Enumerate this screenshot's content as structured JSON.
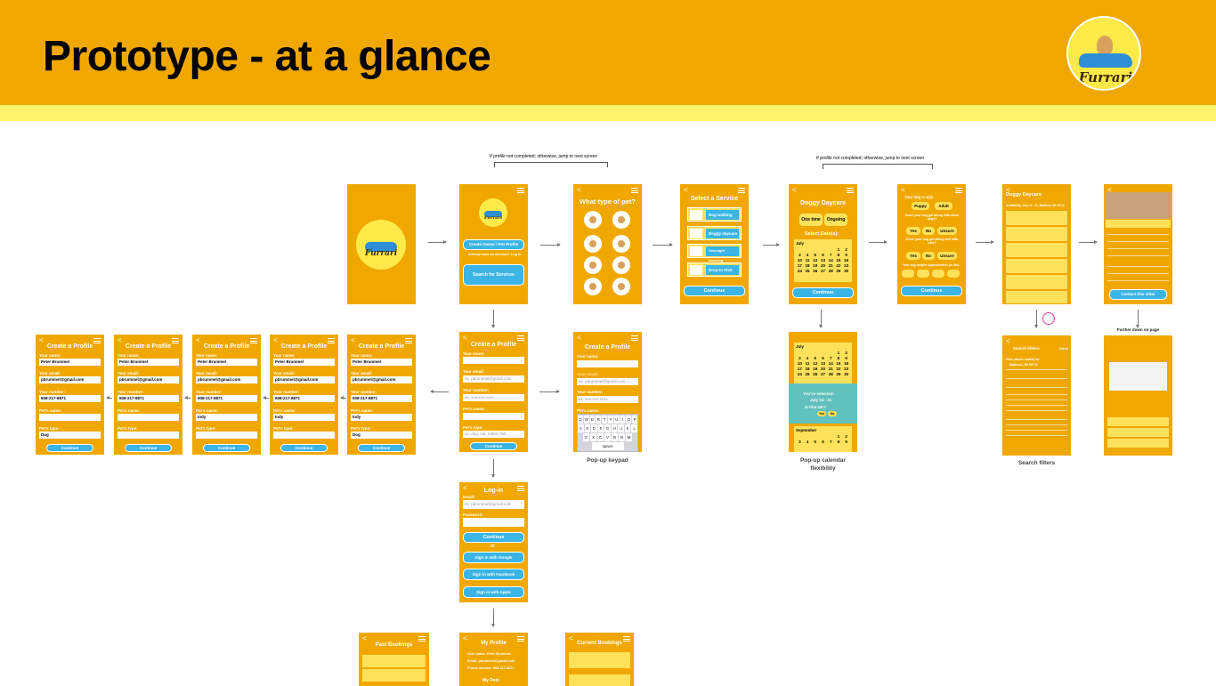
{
  "header": {
    "title": "Prototype - at a glance",
    "logo_text": "Furrari"
  },
  "notes": {
    "profile_note": "If profile not completed; otherwise, jump to next screen"
  },
  "captions": {
    "keypad": "Pop-up keypad",
    "calendar_line1": "Pop-up calendar",
    "calendar_line2": "flexibility",
    "filters": "Search filters",
    "further_down": "Further down on page"
  },
  "welcome": {
    "create_button": "Create Owner / Pet Profile",
    "have_account": "Already have an account? Log in",
    "search_button": "Search for Services"
  },
  "pet_type": {
    "title": "What type of pet?"
  },
  "service": {
    "title": "Select a Service",
    "items": [
      "Dog walking",
      "Doggy daycare",
      "Overnight boarding",
      "Drop-in Visit"
    ],
    "continue": "Continue"
  },
  "daycare": {
    "title": "Doggy Daycare",
    "one_time": "One time",
    "ongoing": "Ongoing",
    "select_dates": "Select Date(s):",
    "month": "July",
    "continue": "Continue",
    "days": [
      "",
      "",
      "",
      "",
      "",
      "1",
      "2",
      "3",
      "4",
      "5",
      "6",
      "7",
      "8",
      "9",
      "10",
      "11",
      "12",
      "13",
      "14",
      "15",
      "16",
      "17",
      "18",
      "19",
      "20",
      "21",
      "22",
      "23",
      "24",
      "25",
      "26",
      "27",
      "28",
      "29",
      "30",
      "31"
    ]
  },
  "dog_questions": {
    "q1": "Your dog is a(n):",
    "puppy": "Puppy",
    "adult": "Adult",
    "q2": "Does your dog get along with other dogs?",
    "yes": "Yes",
    "no": "No",
    "unsure": "Unsure",
    "q3": "Does your dog get along well with cats?",
    "q4": "Your dog weighs approximately (in lbs):",
    "continue": "Continue"
  },
  "results": {
    "title": "Doggy Daycare",
    "subtitle": "Availability: July 24 - 31, Madison, WI 53711"
  },
  "sitter": {
    "contact": "Contact this sitter"
  },
  "create_profile": {
    "title": "Create a Profile",
    "name_label": "Your name:",
    "email_label": "Your email:",
    "number_label": "Your number:",
    "pet_name_label": "Pet's name:",
    "pet_type_label": "Pet's type:",
    "name": "Peter Brummel",
    "email": "pbrummel@gmail.com",
    "number": "608-217-8871",
    "pet_name": "Indy",
    "pet_type": "Dog",
    "email_ph": "ex. pbrummel@gmail.com",
    "number_ph": "ex. xxx-xxx-xxxx",
    "pet_type_ph": "ex. dog, cat, rabbit, fish",
    "continue": "Continue"
  },
  "keypad_screen": {
    "title": "Create a Profile",
    "rows": [
      [
        "Q",
        "W",
        "E",
        "R",
        "T",
        "Y",
        "U",
        "I",
        "O",
        "P"
      ],
      [
        "A",
        "S",
        "D",
        "F",
        "G",
        "H",
        "J",
        "K",
        "L"
      ],
      [
        "Z",
        "X",
        "C",
        "V",
        "B",
        "N",
        "M"
      ]
    ],
    "space": "space"
  },
  "calendar_popup": {
    "month1": "July",
    "month2": "September",
    "selected_label": "You've selected:",
    "selected_range": "July 24 - 31",
    "ok_question": "Is that OK?",
    "yes": "Yes",
    "no": "No"
  },
  "filters": {
    "title": "Search Filters",
    "done": "Done",
    "find_near": "Find places nearby to:",
    "location": "Madison, WI 53711"
  },
  "login": {
    "title": "Log-in",
    "email_label": "Email:",
    "email_ph": "ex. pbrummel@gmail.com",
    "password_label": "Password:",
    "continue": "Continue",
    "or": "or",
    "google": "Sign in with Google",
    "facebook": "Sign in with Facebook",
    "apple": "Sign in with Apple"
  },
  "bottom": {
    "past": "Past Bookings",
    "my_profile": "My Profile",
    "user_name": "User name: Peter Brummel",
    "email": "Email: pbrummel@gmail.com",
    "phone": "Phone number: 608-217-8871",
    "my_pets": "My Pets",
    "current": "Current Bookings"
  }
}
